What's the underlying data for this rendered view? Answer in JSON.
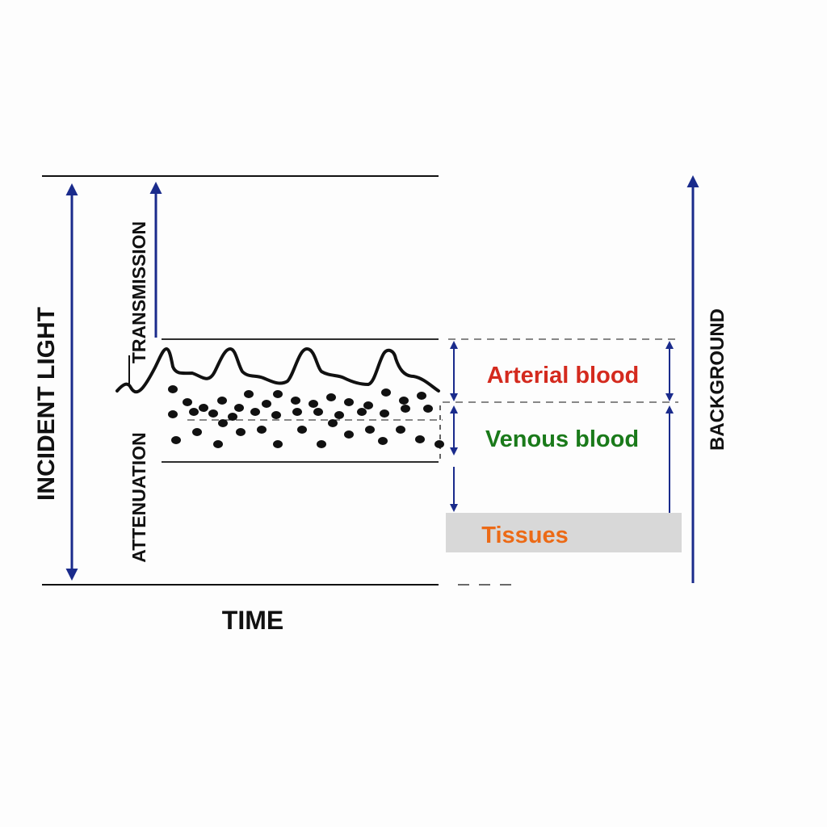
{
  "labels": {
    "incident_light": "INCIDENT LIGHT",
    "transmission": "TRANSMISSION",
    "attenuation": "ATTENUATION",
    "time": "TIME",
    "background": "BACKGROUND",
    "arterial_blood": "Arterial blood",
    "venous_blood": "Venous blood",
    "tissues": "Tissues"
  },
  "colors": {
    "arrow": "#1a2b8c",
    "arterial": "#d42a1e",
    "venous": "#1a7a1a",
    "tissues_text": "#ec6a16",
    "tissues_band": "#d8d8d8",
    "line": "#111111"
  }
}
